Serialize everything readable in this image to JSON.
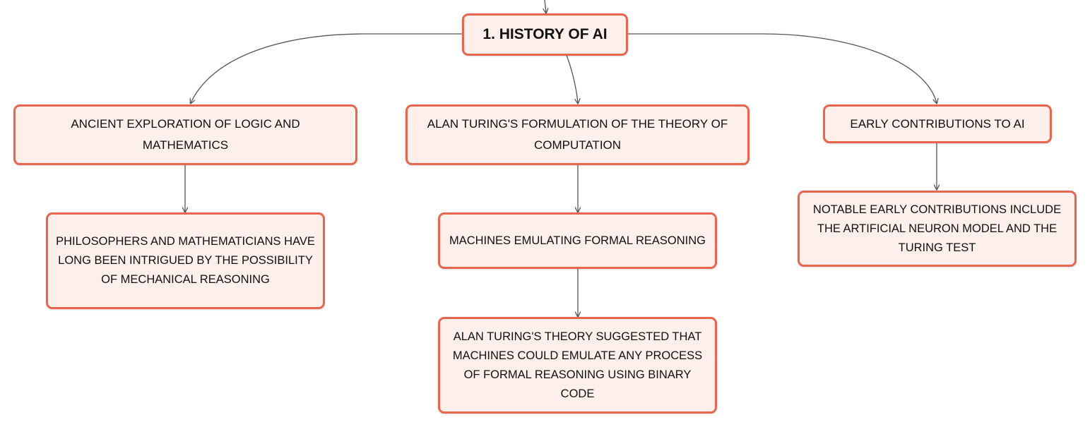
{
  "diagram": {
    "root": {
      "label": "1. HISTORY OF AI"
    },
    "branches": [
      {
        "label": "ANCIENT EXPLORATION OF LOGIC AND MATHEMATICS",
        "children": [
          {
            "label": "PHILOSOPHERS AND MATHEMATICIANS HAVE LONG BEEN INTRIGUED BY THE POSSIBILITY OF MECHANICAL REASONING"
          }
        ]
      },
      {
        "label": "ALAN TURING'S FORMULATION OF THE THEORY OF COMPUTATION",
        "children": [
          {
            "label": "MACHINES EMULATING FORMAL REASONING",
            "children": [
              {
                "label": "ALAN TURING'S THEORY SUGGESTED THAT MACHINES COULD EMULATE ANY PROCESS OF FORMAL REASONING USING BINARY CODE"
              }
            ]
          }
        ]
      },
      {
        "label": "EARLY CONTRIBUTIONS TO AI",
        "children": [
          {
            "label": "NOTABLE EARLY CONTRIBUTIONS INCLUDE THE ARTIFICIAL NEURON MODEL AND THE TURING TEST"
          }
        ]
      }
    ]
  },
  "colors": {
    "node_fill": "#fdefea",
    "node_border": "#e8654f",
    "connector": "#555555",
    "text": "#111111"
  }
}
